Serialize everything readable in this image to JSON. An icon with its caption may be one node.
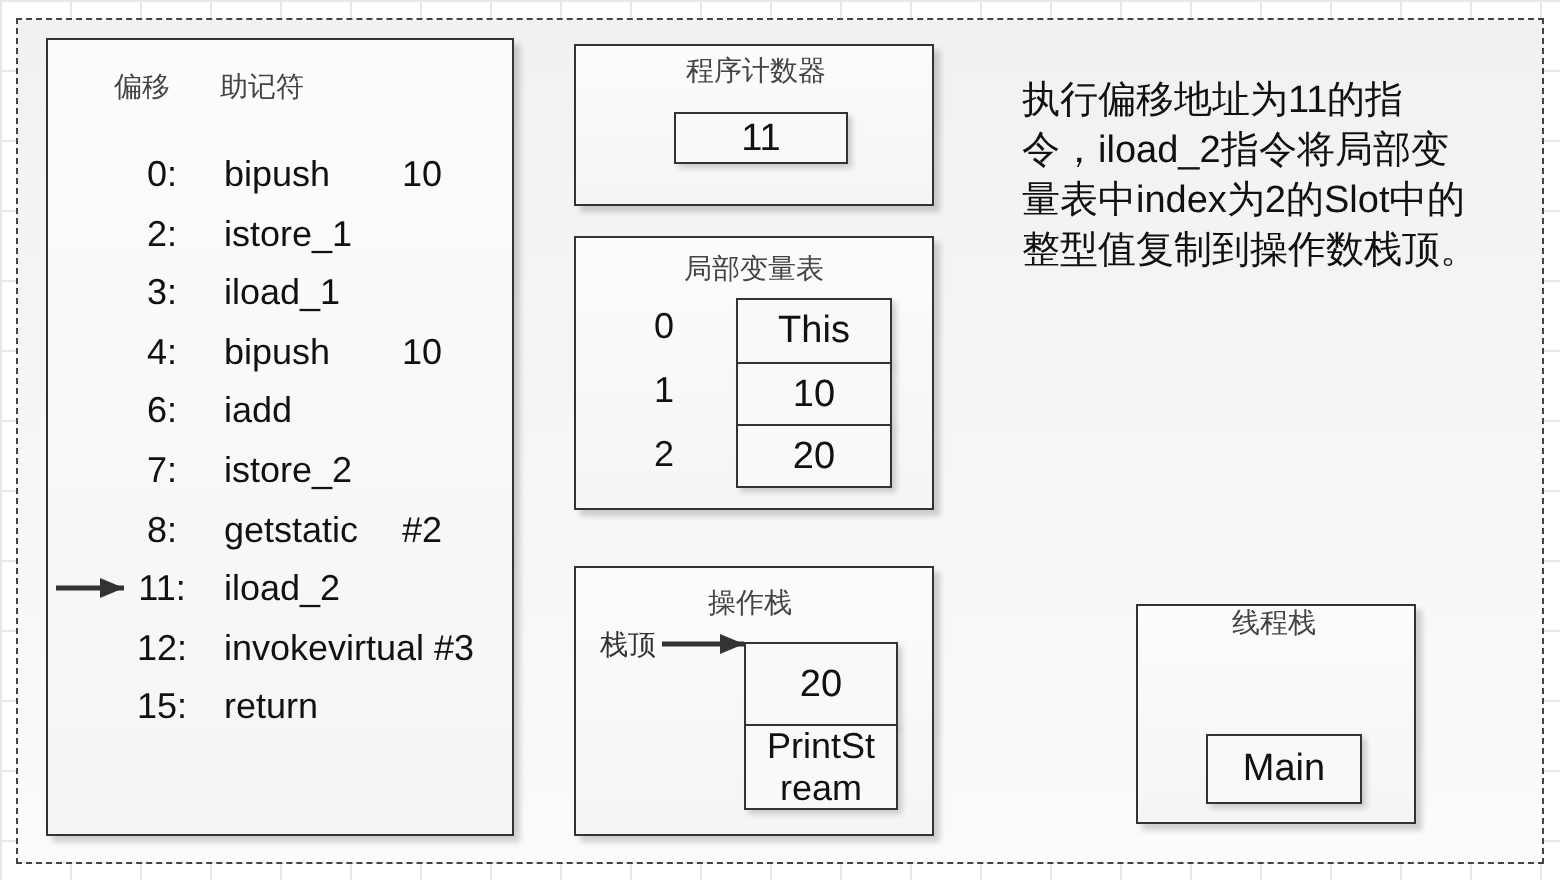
{
  "diagram": {
    "nodes": [
      {
        "text": [
          "偏移",
          "助记符"
        ]
      },
      {
        "text": [
          "0:",
          "bipush",
          "10"
        ],
        "in": 0
      },
      {
        "text": [
          "2:",
          "istore_1"
        ],
        "in": 0
      },
      {
        "text": [
          "3:",
          "iload_1"
        ],
        "in": 0
      },
      {
        "text": [
          "4:",
          "bipush",
          "10"
        ],
        "in": 0
      },
      {
        "text": [
          "6:",
          "iadd"
        ],
        "in": 0
      },
      {
        "text": [
          "7:",
          "istore_2"
        ],
        "in": 0
      },
      {
        "text": [
          "8:",
          "getstatic",
          "#2"
        ],
        "in": 0
      },
      {
        "text": [
          "11:",
          "iload_2"
        ],
        "in": 0
      },
      {
        "text": [
          "12:",
          "invokevirtual",
          "#3"
        ],
        "in": 0
      },
      {
        "text": [
          "15:",
          "return"
        ],
        "in": 0
      },
      {
        "text": [
          "程序计数器"
        ]
      },
      {
        "text": [
          "11"
        ],
        "in": 11
      },
      {
        "text": [
          "局部变量表"
        ]
      },
      {
        "text": [
          "This"
        ],
        "in": 13,
        "beside": [
          "0"
        ]
      },
      {
        "text": [
          "10"
        ],
        "in": 13,
        "beside": [
          "1"
        ]
      },
      {
        "text": [
          "20"
        ],
        "in": 13,
        "beside": [
          "2"
        ]
      },
      {
        "text": [
          "操作栈"
        ]
      },
      {
        "text": [
          "栈顶"
        ],
        "in": 17
      },
      {
        "text": [
          "20"
        ],
        "in": 17
      },
      {
        "text": [
          "PrintStream"
        ],
        "in": 17
      },
      {
        "text": [
          "线程栈"
        ]
      },
      {
        "text": [
          "Main"
        ],
        "in": 21
      }
    ],
    "edges": [
      {
        "from": null,
        "to": 8,
        "arrow": "to"
      },
      {
        "from": 18,
        "to": 19,
        "arrow": "to"
      }
    ],
    "labels": [
      "执行偏移地址为11的指令，iload_2指令将局部变量表中index为2的Slot中的整型值复制到操作数栈顶。"
    ]
  }
}
